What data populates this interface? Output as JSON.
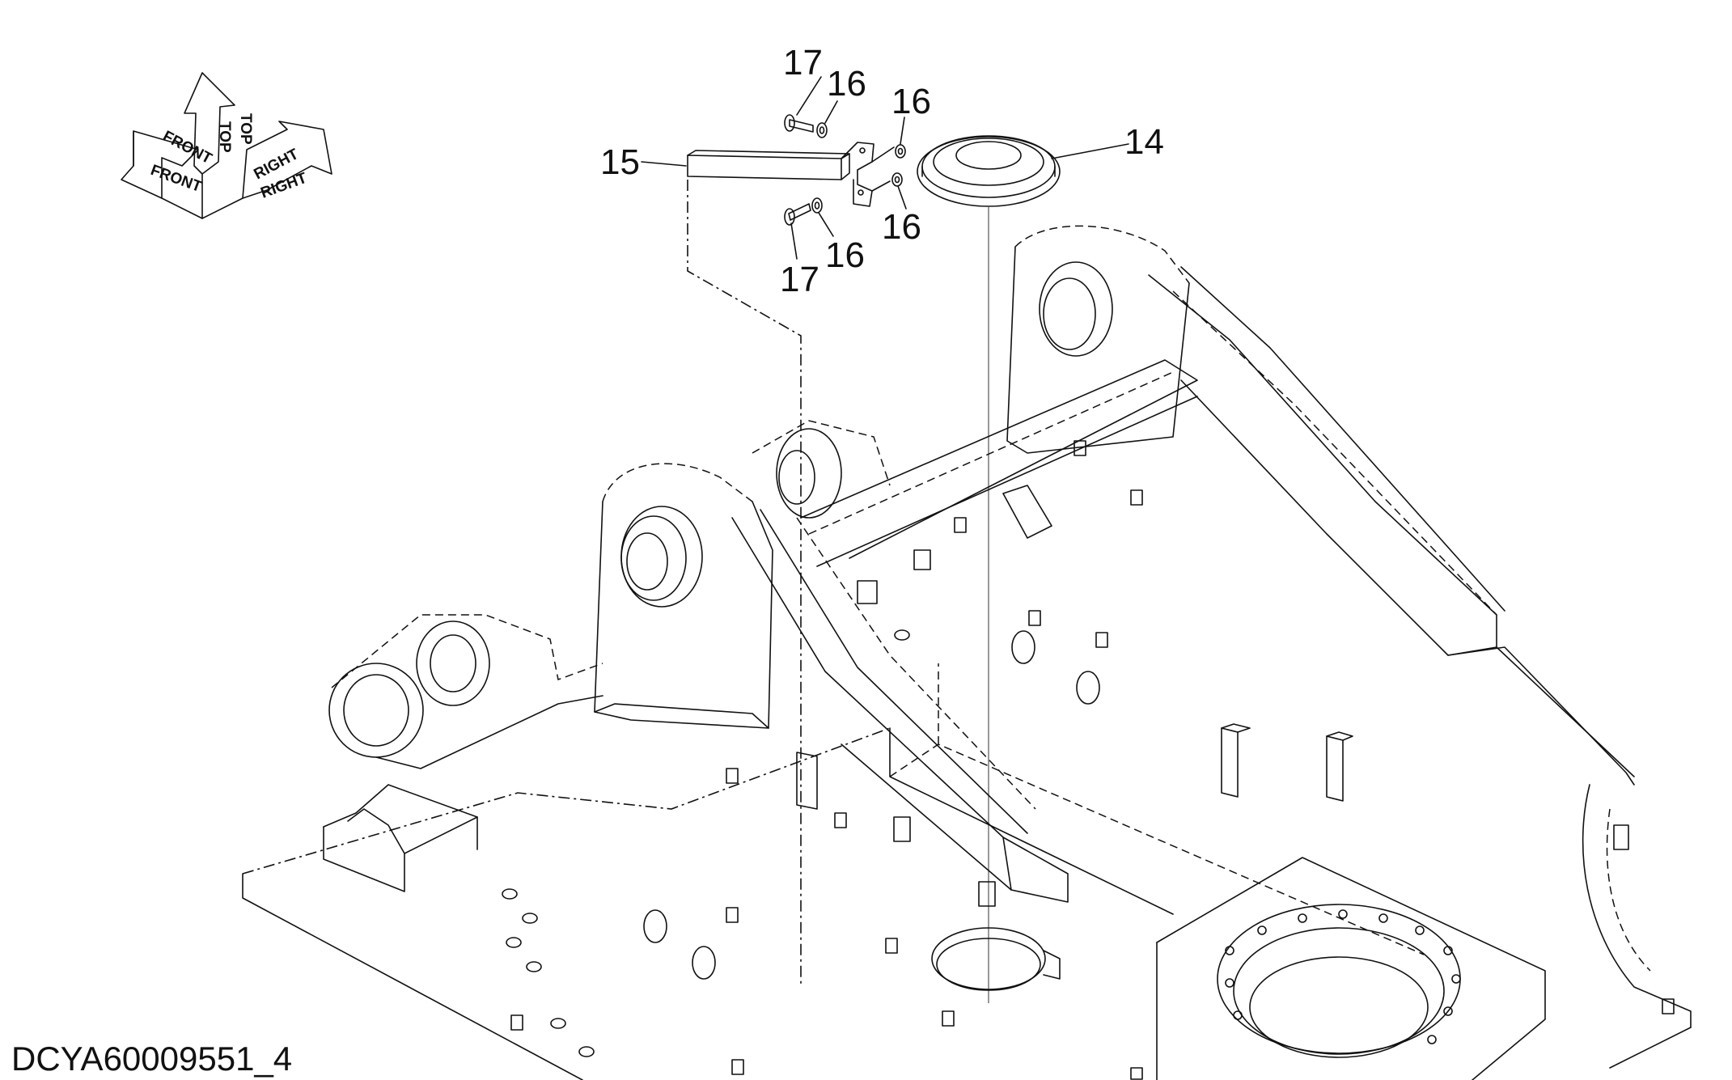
{
  "drawing_id": "DCYA60009551_4",
  "orientation_labels": {
    "front": "FRONT",
    "top": "TOP",
    "right": "RIGHT"
  },
  "callouts": [
    {
      "id": "c14",
      "text": "14"
    },
    {
      "id": "c15",
      "text": "15"
    },
    {
      "id": "c16a",
      "text": "16"
    },
    {
      "id": "c16b",
      "text": "16"
    },
    {
      "id": "c16c",
      "text": "16"
    },
    {
      "id": "c16d",
      "text": "16"
    },
    {
      "id": "c17a",
      "text": "17"
    },
    {
      "id": "c17b",
      "text": "17"
    }
  ]
}
